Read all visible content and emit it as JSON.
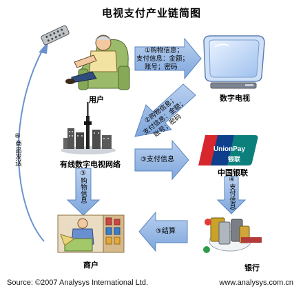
{
  "title": "电视支付产业链简图",
  "nodes": {
    "user": "用户",
    "tv": "数字电视",
    "cable": "有线数字电视网络",
    "unionpay": "中国银联",
    "merchant": "商户",
    "bank": "银行"
  },
  "unionpay_logo": {
    "brand": "UnionPay",
    "cn": "银联"
  },
  "arrows": {
    "step1": [
      "①购物信息；",
      "支付信息：金额；",
      "账号；密码"
    ],
    "step2": [
      "②购物信息；",
      "支付信息：金额；",
      "账号；密码"
    ],
    "step3": "③支付信息",
    "step4": "④支付信息",
    "step3b": "③购物信息",
    "step5": "⑤结算",
    "step6": "⑥商品发送"
  },
  "footer": {
    "source": "Source: ©2007 Analysys International Ltd.",
    "url": "www.analysys.com.cn"
  },
  "colors": {
    "arrow_fill": "#8fb3de",
    "arrow_stroke": "#5b86c0",
    "curve": "#6a93cd"
  }
}
